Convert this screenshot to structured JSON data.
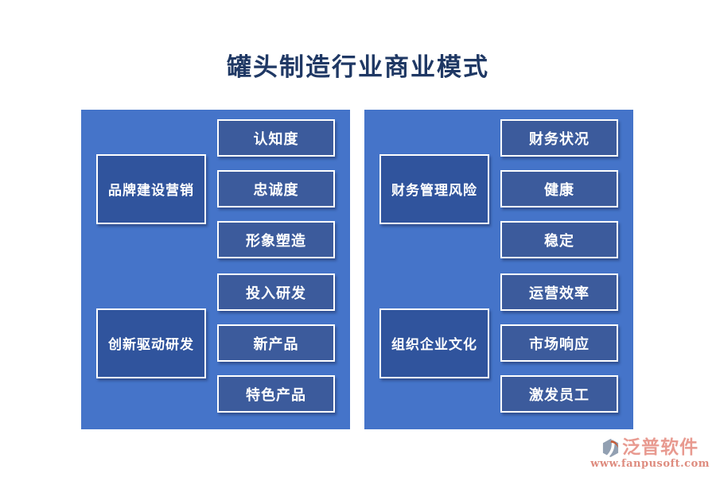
{
  "title": "罐头制造行业商业模式",
  "colors": {
    "panel_bg": "#4574C9",
    "category_box_bg": "#30549D",
    "item_box_bg": "#3C5B9C",
    "box_border": "#FFFFFF",
    "box_text": "#FFFFFF",
    "title_text": "#1F3864",
    "brand_text": "#E89A90",
    "brand_url_text": "#DE8B7E",
    "logo_gray": "#92A0B2",
    "logo_orange": "#C85A35"
  },
  "panels": [
    {
      "groups": [
        {
          "category": "品牌建设营销",
          "items": [
            "认知度",
            "忠诚度",
            "形象塑造"
          ]
        },
        {
          "category": "创新驱动研发",
          "items": [
            "投入研发",
            "新产品",
            "特色产品"
          ]
        }
      ]
    },
    {
      "groups": [
        {
          "category": "财务管理风险",
          "items": [
            "财务状况",
            "健康",
            "稳定"
          ]
        },
        {
          "category": "组织企业文化",
          "items": [
            "运营效率",
            "市场响应",
            "激发员工"
          ]
        }
      ]
    }
  ],
  "footer": {
    "brand": "泛普软件",
    "url": "www.fanpusoft.com"
  }
}
